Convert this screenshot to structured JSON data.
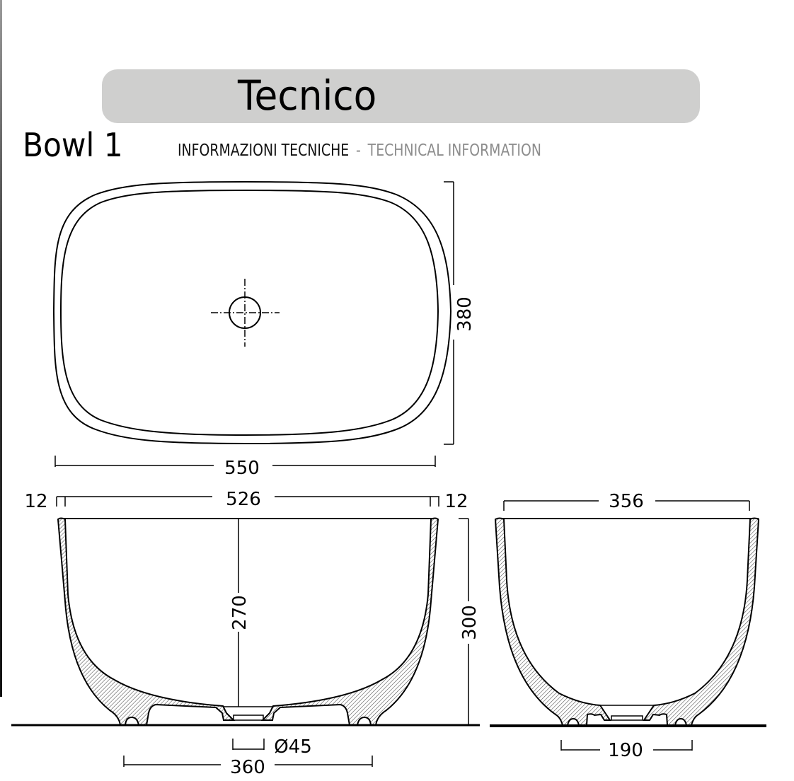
{
  "header": {
    "title": "Tecnico",
    "bar_color": "#cfcfce"
  },
  "product": {
    "name": "Bowl 1"
  },
  "subtitle": {
    "italian": "INFORMAZIONI TECNICHE",
    "separator": "-",
    "english": "TECHNICAL INFORMATION"
  },
  "top_view": {
    "width_label": "550",
    "depth_label": "380"
  },
  "front_section": {
    "rim_left_label": "12",
    "inner_width_label": "526",
    "rim_right_label": "12",
    "inner_depth_label": "270",
    "height_label": "300",
    "drain_label": "Ø45",
    "base_width_label": "360"
  },
  "side_section": {
    "inner_width_label": "356",
    "base_width_label": "190"
  },
  "colors": {
    "line": "#000000",
    "hatch_fill": "#d8d8d8",
    "subtitle_grey": "#8d8d8d"
  }
}
